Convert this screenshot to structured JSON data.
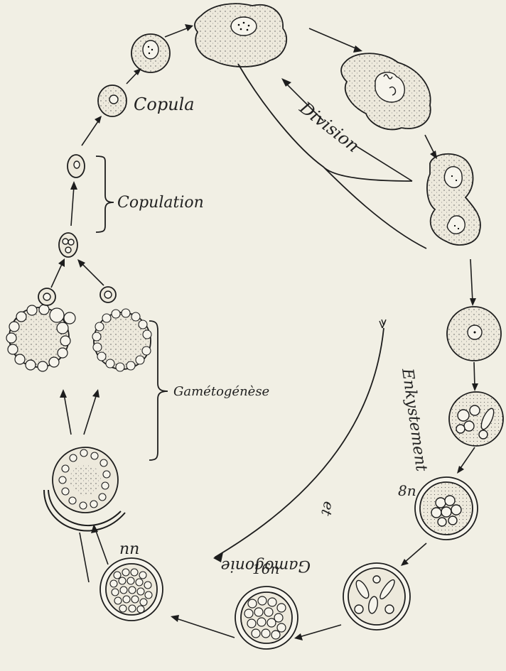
{
  "labels": {
    "copula": "Copula",
    "copulation": "Copulation",
    "division": "Division",
    "gametogenese": "Gamétogénèse",
    "enkystement": "Enkystement",
    "et": "et",
    "gamogonie": "Gamogonie",
    "stage_8n": "8n",
    "stage_16n": "16n",
    "stage_nn": "nn"
  },
  "colors": {
    "paper": "#f1efe4",
    "ink": "#1d1d1d"
  }
}
